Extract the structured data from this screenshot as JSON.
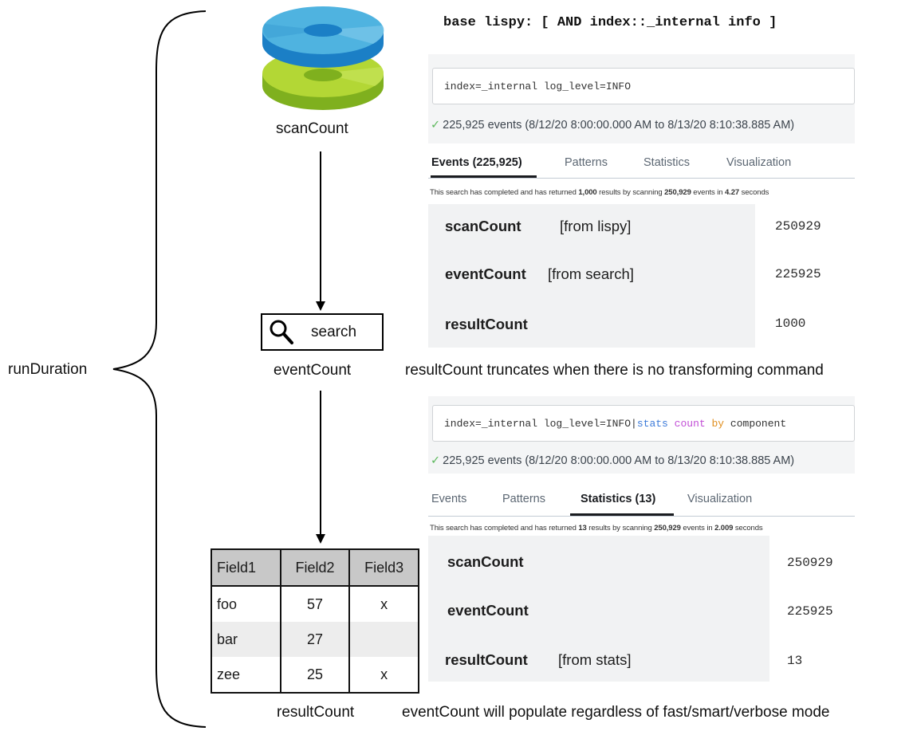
{
  "colors": {
    "disk_top_blue": "#4fb3e0",
    "disk_blue_side": "#1b7fc6",
    "disk_top_green": "#b3d735",
    "disk_green_side": "#7fb01e",
    "stats_keyword": "#3d7bd9",
    "count_keyword": "#c24fd6",
    "by_keyword": "#e08f1f"
  },
  "left": {
    "run_duration_label": "runDuration",
    "scan_count_label": "scanCount",
    "search_box_label": "search",
    "event_count_label": "eventCount",
    "result_count_label": "resultCount"
  },
  "lispy_line": "base lispy: [ AND index::_internal info ]",
  "panel1": {
    "query": "index=_internal log_level=INFO",
    "status": "225,925 events (8/12/20 8:00:00.000 AM to 8/13/20 8:10:38.885 AM)",
    "tabs": [
      "Events (225,925)",
      "Patterns",
      "Statistics",
      "Visualization"
    ],
    "completed": {
      "prefix": "This search has completed and has returned ",
      "results": "1,000",
      "mid1": " results by scanning ",
      "scanned": "250,929",
      "mid2": " events in ",
      "seconds": "4.27",
      "suffix": " seconds"
    },
    "metrics": [
      {
        "name": "scanCount",
        "note": "[from lispy]",
        "value": "250929"
      },
      {
        "name": "eventCount",
        "note": "[from search]",
        "value": "225925"
      },
      {
        "name": "resultCount",
        "note": "",
        "value": "1000"
      }
    ]
  },
  "caption_truncates": "resultCount truncates when there is no transforming command",
  "panel2": {
    "query_base": "index=_internal log_level=INFO|",
    "query_stats": "stats",
    "query_count": "count",
    "query_by": "by",
    "query_field": "component",
    "status": "225,925 events (8/12/20 8:00:00.000 AM to 8/13/20 8:10:38.885 AM)",
    "tabs": [
      "Events",
      "Patterns",
      "Statistics (13)",
      "Visualization"
    ],
    "completed": {
      "prefix": "This search has completed and has returned ",
      "results": "13",
      "mid1": " results by scanning ",
      "scanned": "250,929",
      "mid2": " events in ",
      "seconds": "2.009",
      "suffix": " seconds"
    },
    "metrics": [
      {
        "name": "scanCount",
        "note": "",
        "value": "250929"
      },
      {
        "name": "eventCount",
        "note": "",
        "value": "225925"
      },
      {
        "name": "resultCount",
        "note": "[from stats]",
        "value": "13"
      }
    ]
  },
  "table": {
    "headers": [
      "Field1",
      "Field2",
      "Field3"
    ],
    "rows": [
      [
        "foo",
        "57",
        "x"
      ],
      [
        "bar",
        "27",
        ""
      ],
      [
        "zee",
        "25",
        "x"
      ]
    ]
  },
  "caption_populate": "eventCount will populate regardless of fast/smart/verbose mode"
}
